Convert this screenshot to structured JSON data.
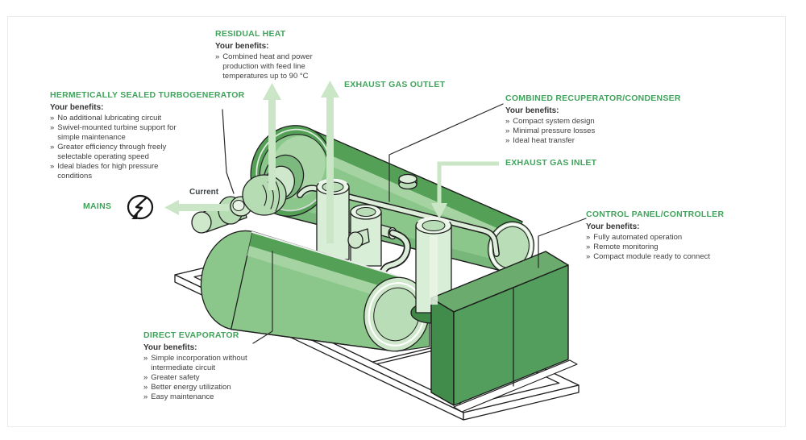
{
  "bullet_char": "»",
  "colors": {
    "heading_green": "#41a35c",
    "body_text": "#3f3f3f",
    "cylinder_body": "#8bc78b",
    "cylinder_dark_band": "#54a057",
    "cylinder_highlight": "#a9d6a6",
    "pipe_light": "#d9eed6",
    "arrow_light_green": "#cbe6c6",
    "cabinet_top": "#6cab6e",
    "cabinet_left": "#418c4b",
    "cabinet_front": "#549e5d",
    "outline": "#1f1f1f",
    "frame_white": "#ffffff"
  },
  "labels": {
    "residual_heat": {
      "heading": "RESIDUAL HEAT",
      "benefits_label": "Your benefits:",
      "bullets": [
        "Combined heat and power production with feed line temperatures up to 90 °C"
      ]
    },
    "exhaust_gas_outlet": {
      "heading": "EXHAUST GAS OUTLET"
    },
    "turbogenerator": {
      "heading": "HERMETICALLY SEALED TURBOGENERATOR",
      "benefits_label": "Your benefits:",
      "bullets": [
        "No additional lubricating circuit",
        "Swivel-mounted turbine support for simple maintenance",
        "Greater efficiency through freely selectable operating speed",
        "Ideal blades for high pressure conditions"
      ]
    },
    "recuperator": {
      "heading": "COMBINED RECUPERATOR/CONDENSER",
      "benefits_label": "Your benefits:",
      "bullets": [
        "Compact system design",
        "Minimal pressure losses",
        "Ideal heat transfer"
      ]
    },
    "exhaust_gas_inlet": {
      "heading": "EXHAUST GAS INLET"
    },
    "control_panel": {
      "heading": "CONTROL PANEL/CONTROLLER",
      "benefits_label": "Your benefits:",
      "bullets": [
        "Fully automated operation",
        "Remote monitoring",
        "Compact module ready to connect"
      ]
    },
    "evaporator": {
      "heading": "DIRECT EVAPORATOR",
      "benefits_label": "Your benefits:",
      "bullets": [
        "Simple incorporation without intermediate circuit",
        "Greater safety",
        "Better energy utilization",
        "Easy maintenance"
      ]
    },
    "mains": {
      "label": "MAINS",
      "icon": "lightning-bolt-circle"
    },
    "current": {
      "label": "Current"
    }
  }
}
